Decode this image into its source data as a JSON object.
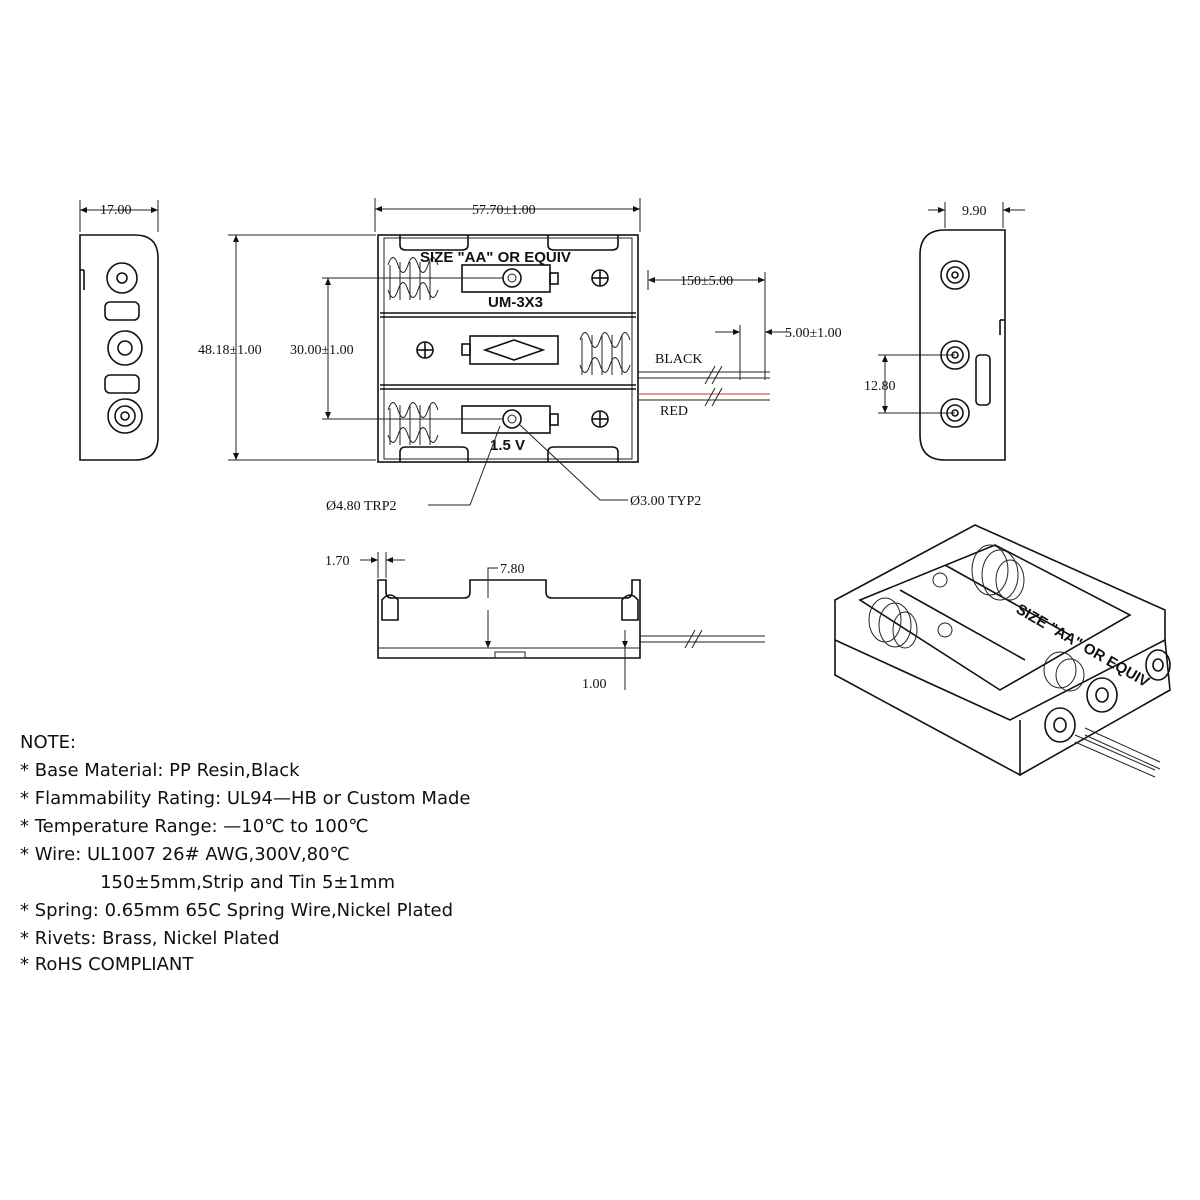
{
  "colors": {
    "line": "#111111",
    "red_wire": "#c0392b"
  },
  "side_view_left": {
    "width_dim": "17.00"
  },
  "top_view": {
    "width_dim": "57.70±1.00",
    "height_dim": "48.18±1.00",
    "pitch_dim": "30.00±1.00",
    "label_size": "SIZE \"AA\" OR EQUIV",
    "label_model": "UM-3X3",
    "label_voltage": "1.5 V",
    "hole_large": "Ø4.80 TRP2",
    "hole_small": "Ø3.00 TYP2"
  },
  "wires": {
    "length_dim": "150±5.00",
    "strip_dim": "5.00±1.00",
    "black_label": "BLACK",
    "red_label": "RED"
  },
  "side_view_right": {
    "depth_dim": "9.90",
    "pitch_dim": "12.80"
  },
  "bottom_view": {
    "wall_dim": "1.70",
    "height_dim": "7.80",
    "base_dim": "1.00"
  },
  "notes": {
    "title": "NOTE:",
    "items": [
      "* Base Material: PP Resin,Black",
      "* Flammability Rating: UL94—HB or Custom Made",
      "* Temperature Range: —10℃ to 100℃",
      "* Wire: UL1007 26# AWG,300V,80℃",
      "              150±5mm,Strip and Tin 5±1mm",
      "* Spring: 0.65mm 65C Spring Wire,Nickel Plated",
      "* Rivets: Brass, Nickel Plated",
      "* RoHS COMPLIANT"
    ]
  }
}
